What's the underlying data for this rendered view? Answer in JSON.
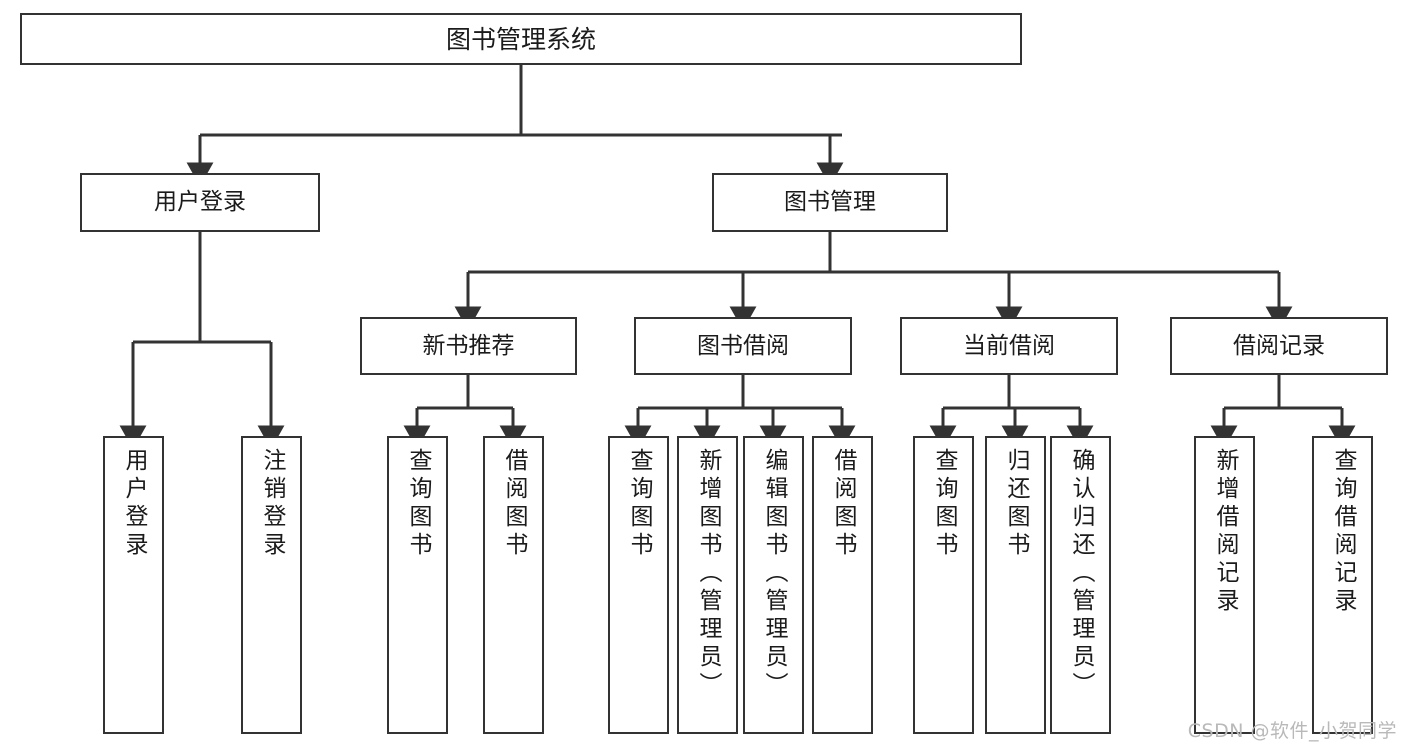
{
  "diagram": {
    "title": "图书管理系统",
    "watermark": "CSDN @软件_小贺同学",
    "line_color": "#333333",
    "box_fill": "#ffffff",
    "text_color": "#1b1b1b",
    "root": {
      "label": "图书管理系统"
    },
    "level1": [
      {
        "label": "用户登录"
      },
      {
        "label": "图书管理"
      }
    ],
    "level2": [
      {
        "label": "新书推荐"
      },
      {
        "label": "图书借阅"
      },
      {
        "label": "当前借阅"
      },
      {
        "label": "借阅记录"
      }
    ],
    "leaves": {
      "user_login": [
        {
          "label": "用户登录"
        },
        {
          "label": "注销登录"
        }
      ],
      "new_book": [
        {
          "label": "查询图书"
        },
        {
          "label": "借阅图书"
        }
      ],
      "borrow_book": [
        {
          "label": "查询图书"
        },
        {
          "label": "新增图书（管理员）"
        },
        {
          "label": "编辑图书（管理员）"
        },
        {
          "label": "借阅图书"
        }
      ],
      "current_borrow": [
        {
          "label": "查询图书"
        },
        {
          "label": "归还图书"
        },
        {
          "label": "确认归还（管理员）"
        }
      ],
      "borrow_record": [
        {
          "label": "新增借阅记录"
        },
        {
          "label": "查询借阅记录"
        }
      ]
    }
  }
}
